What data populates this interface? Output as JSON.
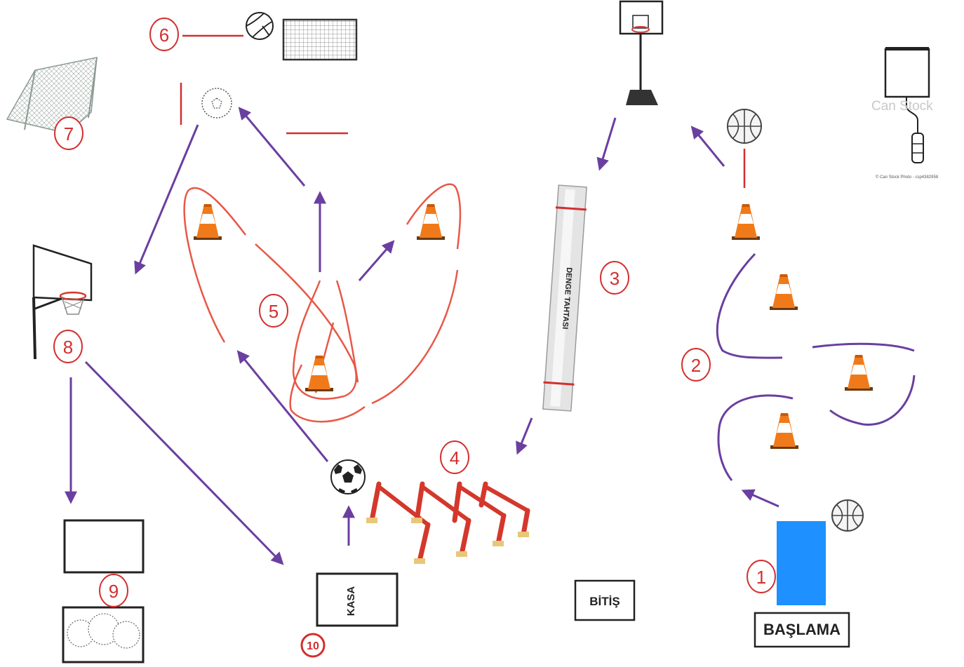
{
  "stations": [
    {
      "id": "station-1",
      "label": "1"
    },
    {
      "id": "station-2",
      "label": "2"
    },
    {
      "id": "station-3",
      "label": "3"
    },
    {
      "id": "station-4",
      "label": "4"
    },
    {
      "id": "station-5",
      "label": "5"
    },
    {
      "id": "station-6",
      "label": "6"
    },
    {
      "id": "station-7",
      "label": "7"
    },
    {
      "id": "station-8",
      "label": "8"
    },
    {
      "id": "station-9",
      "label": "9"
    },
    {
      "id": "station-10",
      "label": "10"
    }
  ],
  "boxes": {
    "start": "BAŞLAMA",
    "finish": "BİTİŞ",
    "vault_box": "KASA",
    "balance_beam": "DENGE TAHTASI"
  },
  "watermark": {
    "brand": "Can Stock",
    "credit": "© Can Stock Photo - csp4382958"
  },
  "colors": {
    "path_purple": "#6a3fa0",
    "marker_red": "#d32f2f",
    "cone_orange": "#f07a1a",
    "start_blue": "#1e90ff",
    "hurdle_red": "#d4382c",
    "hurdle_wood": "#e8c77a"
  }
}
